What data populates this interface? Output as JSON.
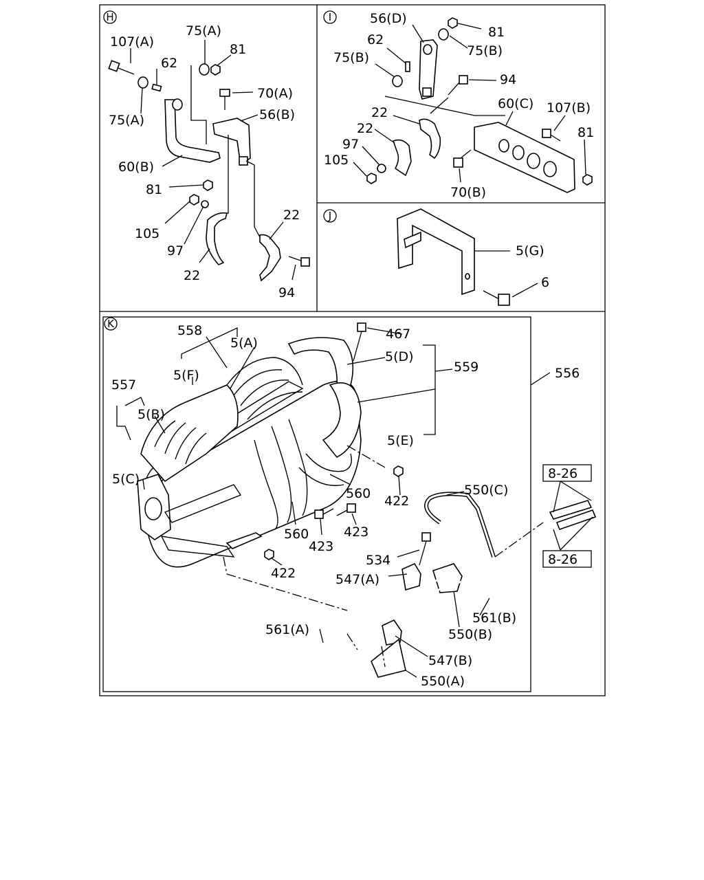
{
  "sections": {
    "H": {
      "marker": "H",
      "labels": [
        "107(A)",
        "75(A)",
        "81",
        "62",
        "70(A)",
        "75(A)",
        "56(B)",
        "60(B)",
        "81",
        "105",
        "97",
        "22",
        "22",
        "94"
      ]
    },
    "I": {
      "marker": "I",
      "labels": [
        "56(D)",
        "81",
        "62",
        "75(B)",
        "75(B)",
        "94",
        "22",
        "60(C)",
        "107(B)",
        "22",
        "81",
        "97",
        "105",
        "70(B)"
      ]
    },
    "J": {
      "marker": "J",
      "labels": [
        "5(G)",
        "6"
      ]
    },
    "K": {
      "marker": "K",
      "labels": [
        "467",
        "558",
        "5(A)",
        "5(D)",
        "559",
        "556",
        "5(F)",
        "557",
        "5(B)",
        "5(E)",
        "5(C)",
        "422",
        "550(C)",
        "8-26",
        "560",
        "423",
        "560",
        "423",
        "534",
        "422",
        "547(A)",
        "8-26",
        "561(B)",
        "550(B)",
        "561(A)",
        "547(B)",
        "550(A)"
      ]
    }
  }
}
